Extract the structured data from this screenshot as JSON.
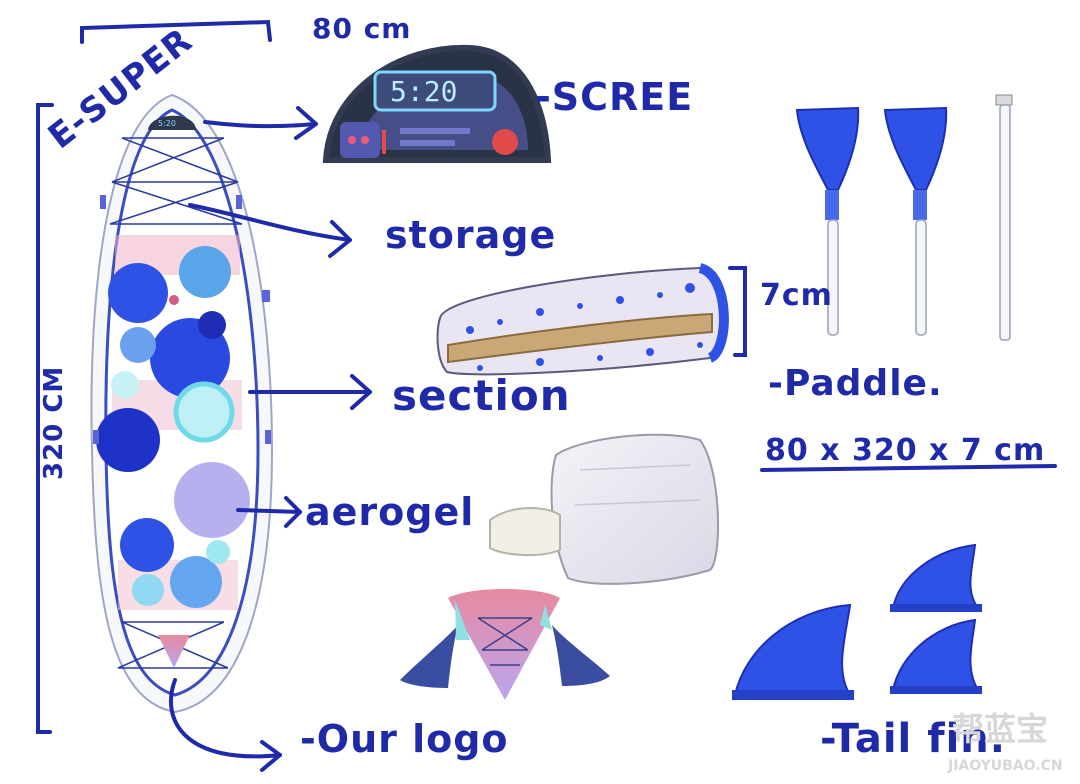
{
  "labels": {
    "brand": "E-SUPER",
    "width_top": "80 cm",
    "length_side": "320 CM",
    "screen": "-SCREE",
    "screen_display": "5:20",
    "storage": "storage",
    "section": "section",
    "section_height": "7cm",
    "paddle": "-Paddle.",
    "dimensions": "80 x 320 x 7 cm",
    "aerogel": "aerogel",
    "logo": "-Our logo",
    "tail_fin": "-Tail fin."
  },
  "watermark": {
    "cn": "帮蓝宝",
    "en": "JIAOYUBAO.CN"
  },
  "colors": {
    "ink": "#1f2aa8",
    "blue_bright": "#2f4fe0",
    "blue_light": "#6aa8ee",
    "lavender": "#b7b0ee",
    "pink": "#e79bb0",
    "cyan": "#7fe3ef",
    "wood": "#c9a777"
  }
}
